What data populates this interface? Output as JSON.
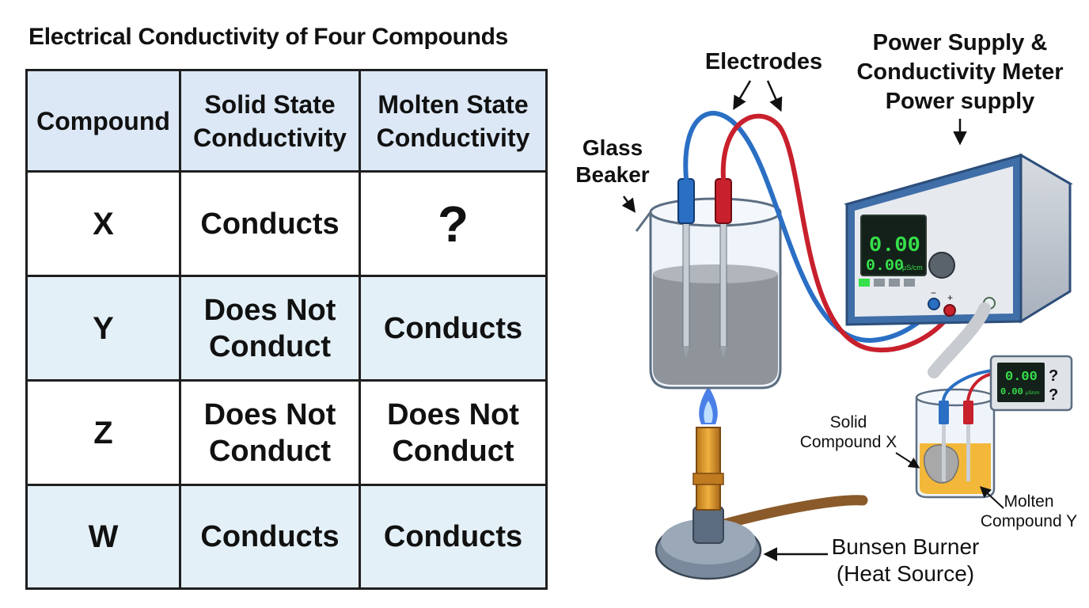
{
  "title": "Electrical Conductivity of Four Compounds",
  "table": {
    "headers": [
      "Compound",
      "Solid State Conductivity",
      "Molten State Conductivity"
    ],
    "rows": [
      {
        "compound": "X",
        "solid": "Conducts",
        "molten": "?"
      },
      {
        "compound": "Y",
        "solid": "Does Not Conduct",
        "molten": "Conducts"
      },
      {
        "compound": "Z",
        "solid": "Does Not Conduct",
        "molten": "Does Not Conduct"
      },
      {
        "compound": "W",
        "solid": "Conducts",
        "molten": "Conducts"
      }
    ]
  },
  "diagram": {
    "electrodes_label": "Electrodes",
    "power_label_line1": "Power Supply &",
    "power_label_line2": "Conductivity Meter",
    "power_label_line3": "Power supply",
    "beaker_label_line1": "Glass",
    "beaker_label_line2": "Beaker",
    "burner_label_line1": "Bunsen Burner",
    "burner_label_line2": "(Heat Source)",
    "solid_label_line1": "Solid",
    "solid_label_line2": "Compound X",
    "molten_label_line1": "Molten",
    "molten_label_line2": "Compound Y",
    "meter_reading_main": "0.00",
    "meter_reading_sub": "0.00",
    "meter_unit": "µS/cm",
    "terminal_minus": "−",
    "terminal_plus": "+",
    "inset_reading_main": "0.00",
    "inset_reading_sub": "0.00",
    "inset_unit": "µS/cm",
    "inset_q1": "?",
    "inset_q2": "?"
  },
  "colors": {
    "header_fill": "#dce8f6",
    "alt_row_fill": "#e4f0f8",
    "red_wire": "#c8202c",
    "blue_wire": "#2a6fc4",
    "display_green": "#36e04a",
    "molten_fill": "#f3b83a"
  }
}
